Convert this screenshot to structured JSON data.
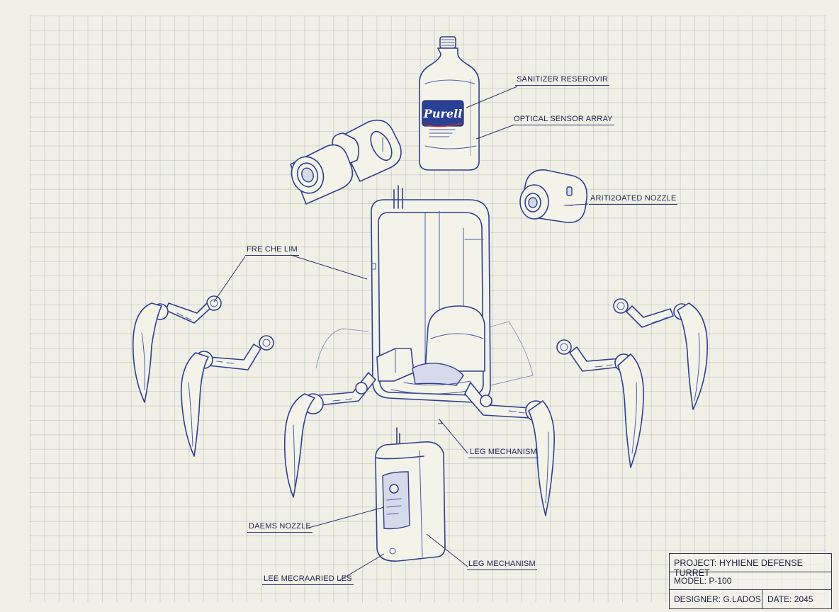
{
  "title_block": {
    "project": "PROJECT: HYHIENE DEFENSE TURRET",
    "model": "MODEL: P-100",
    "designer": "DESIGNER: G.LADOS",
    "date": "DATE: 2045"
  },
  "labels": {
    "sanitizer_reservoir": "SANITIZER RESEROVIR",
    "optical_sensor_array": "OPTICAL SENSOR ARRAY",
    "articulated_nozzle": "ARITI2OATED NOZZLE",
    "frame_chelim": "FRE CHE LIM",
    "leg_mechanism_upper": "LEG MECHANISM",
    "daems_nozzle": "DAEMS NOZZLE",
    "leg_mechanism_lower": "LEG MECHANISM",
    "lee_mecraaried_les": "LEE MECRAARIED LES"
  },
  "bottle_brand": "Purell",
  "colors": {
    "paper": "#f1f0e6",
    "ink": "#2f3f8f",
    "grid": "#8c9ba3",
    "brand_band": "#2b3f94"
  }
}
